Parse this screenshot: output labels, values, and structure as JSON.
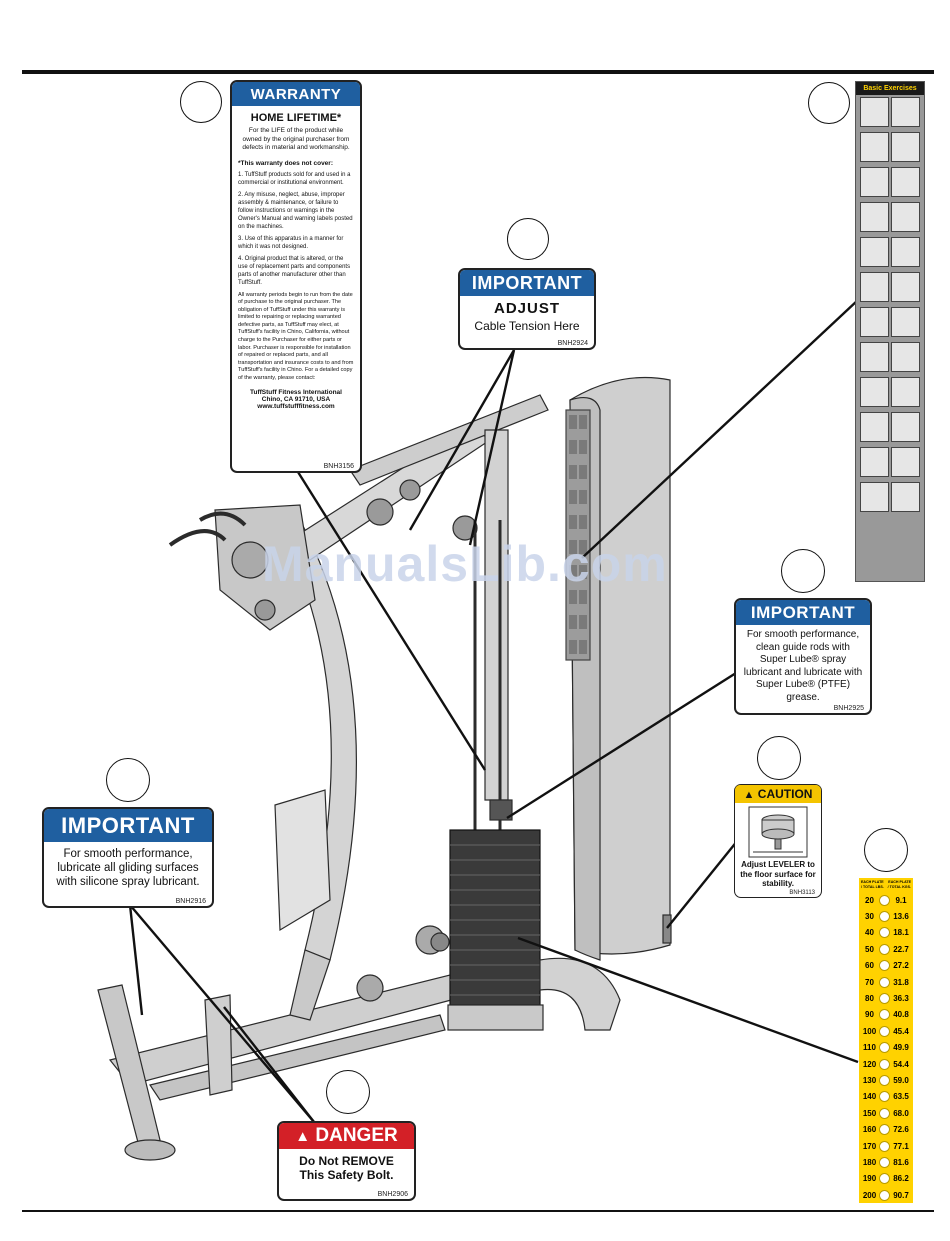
{
  "warranty": {
    "header": "WARRANTY",
    "title": "HOME LIFETIME*",
    "lead": "For the LIFE of the product while owned by the original purchaser from defects in material and workmanship.",
    "exclusions_title": "*This warranty does not cover:",
    "items": [
      "1. TuffStuff products sold for and used in a commercial or institutional environment.",
      "2. Any misuse, neglect, abuse, improper assembly & maintenance, or failure to follow instructions or warnings in the Owner's Manual and warning labels posted on the machines.",
      "3. Use of this apparatus in a manner for which it was not designed.",
      "4. Original product that is altered, or the use of replacement parts and components parts of another manufacturer other than TuffStuff."
    ],
    "body": "All warranty periods begin to run from the date of purchase to the original purchaser. The obligation of TuffStuff under this warranty is limited to repairing or replacing warranted defective parts, as TuffStuff may elect, at TuffStuff's facility in Chino, California, without charge to the Purchaser for either parts or labor. Purchaser is responsible for installation of repaired or replaced parts, and all transportation and insurance costs to and from TuffStuff's facility in Chino. For a detailed copy of the warranty, please contact:",
    "address": [
      "TuffStuff Fitness International",
      "Chino, CA 91710, USA",
      "www.tuffstufffitness.com"
    ],
    "code": "BNH3156"
  },
  "label_adjust": {
    "header": "IMPORTANT",
    "line1": "ADJUST",
    "line2": "Cable Tension Here",
    "code": "BNH2924"
  },
  "label_guide_rods": {
    "header": "IMPORTANT",
    "text": "For smooth performance, clean guide rods with Super Lube® spray lubricant and lubricate with Super Lube® (PTFE) grease.",
    "code": "BNH2925"
  },
  "label_gliding": {
    "header": "IMPORTANT",
    "text": "For smooth performance, lubricate all gliding surfaces with silicone spray lubricant.",
    "code": "BNH2916"
  },
  "label_caution": {
    "header": "CAUTION",
    "text": "Adjust LEVELER to the floor surface for stability.",
    "code": "BNH3113"
  },
  "label_danger": {
    "header": "DANGER",
    "line1": "Do Not REMOVE",
    "line2": "This Safety Bolt.",
    "code": "BNH2906"
  },
  "exercise_chart": {
    "title": "Basic Exercises"
  },
  "weight_chart": {
    "header_lbs": "EACH PLATE / TOTAL LBS.",
    "header_kgs": "EACH PLATE / TOTAL KGS.",
    "rows": [
      {
        "lbs": "20",
        "kgs": "9.1"
      },
      {
        "lbs": "30",
        "kgs": "13.6"
      },
      {
        "lbs": "40",
        "kgs": "18.1"
      },
      {
        "lbs": "50",
        "kgs": "22.7"
      },
      {
        "lbs": "60",
        "kgs": "27.2"
      },
      {
        "lbs": "70",
        "kgs": "31.8"
      },
      {
        "lbs": "80",
        "kgs": "36.3"
      },
      {
        "lbs": "90",
        "kgs": "40.8"
      },
      {
        "lbs": "100",
        "kgs": "45.4"
      },
      {
        "lbs": "110",
        "kgs": "49.9"
      },
      {
        "lbs": "120",
        "kgs": "54.4"
      },
      {
        "lbs": "130",
        "kgs": "59.0"
      },
      {
        "lbs": "140",
        "kgs": "63.5"
      },
      {
        "lbs": "150",
        "kgs": "68.0"
      },
      {
        "lbs": "160",
        "kgs": "72.6"
      },
      {
        "lbs": "170",
        "kgs": "77.1"
      },
      {
        "lbs": "180",
        "kgs": "81.6"
      },
      {
        "lbs": "190",
        "kgs": "86.2"
      },
      {
        "lbs": "200",
        "kgs": "90.7"
      }
    ],
    "unit_lbs": "lbs.",
    "unit_kgs": "kgs."
  },
  "watermark": "ManualsLib.com",
  "colors": {
    "important_blue": "#1f5fa0",
    "danger_red": "#d32027",
    "caution_yellow": "#f4c400",
    "chart_yellow": "#ffd200"
  }
}
